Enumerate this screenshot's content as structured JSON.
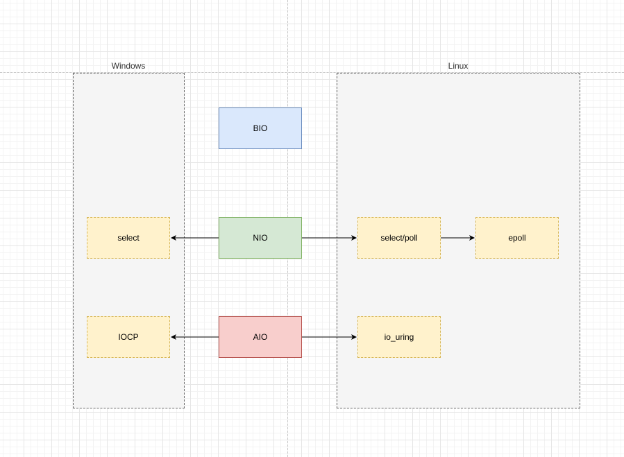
{
  "groups": {
    "windows": {
      "title": "Windows"
    },
    "linux": {
      "title": "Linux"
    }
  },
  "nodes": {
    "bio": "BIO",
    "nio": "NIO",
    "aio": "AIO",
    "select": "select",
    "iocp": "IOCP",
    "select_poll": "select/poll",
    "epoll": "epoll",
    "io_uring": "io_uring"
  },
  "colors": {
    "bio_fill": "#dae8fc",
    "bio_stroke": "#6c8ebf",
    "nio_fill": "#d5e8d4",
    "nio_stroke": "#82b366",
    "aio_fill": "#f8cecc",
    "aio_stroke": "#b85450",
    "impl_fill": "#fff2cc",
    "impl_stroke": "#d6b656",
    "group_fill": "#f5f5f5",
    "group_stroke": "#666666"
  }
}
